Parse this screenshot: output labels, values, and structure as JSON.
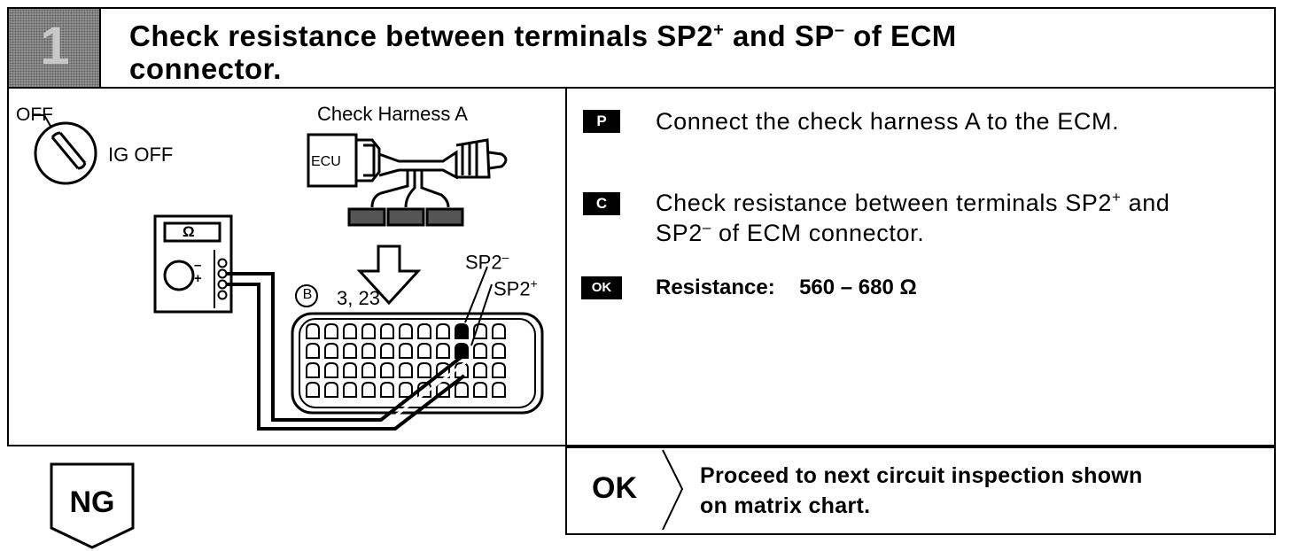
{
  "header": {
    "step_number": "1",
    "title_part1": "Check resistance between terminals SP2",
    "title_sup1": "+",
    "title_part2": " and SP",
    "title_sup2": "–",
    "title_part3": " of ECM",
    "title_line2": "connector."
  },
  "diagram": {
    "off_label": "OFF",
    "ig_off_label": "IG OFF",
    "harness_label": "Check Harness A",
    "ecu_label": "ECU",
    "ohm_symbol": "Ω",
    "minus_sign": "–",
    "plus_sign": "+",
    "connector_letter": "B",
    "connector_pins": "3, 23",
    "sp2_minus_base": "SP2",
    "sp2_minus_sup": "–",
    "sp2_plus_base": "SP2",
    "sp2_plus_sup": "+"
  },
  "steps": {
    "prepare_badge": "P",
    "prepare_text": "Connect the check harness A to the ECM.",
    "check_badge": "C",
    "check_line1_a": "Check resistance between terminals SP2",
    "check_line1_sup": "+",
    "check_line1_b": " and",
    "check_line2_a": "SP2",
    "check_line2_sup": "–",
    "check_line2_b": " of ECM connector.",
    "ok_badge": "OK",
    "resistance_label": "Resistance:",
    "resistance_value": "560 – 680 Ω"
  },
  "result": {
    "ok_label": "OK",
    "ok_line1": "Proceed to next circuit inspection shown",
    "ok_line2": "on matrix chart.",
    "ng_label": "NG"
  }
}
